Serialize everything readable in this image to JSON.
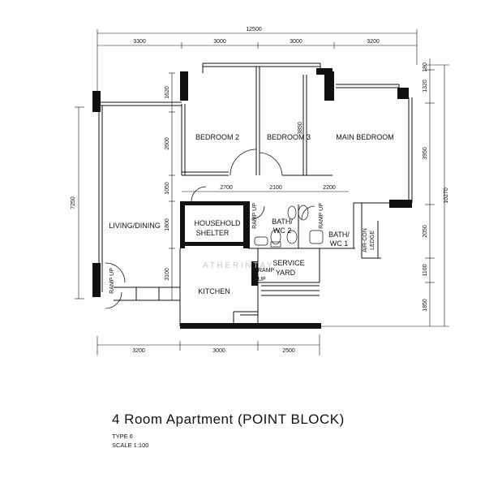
{
  "plan": {
    "dimensions_top": {
      "total": "12500",
      "segments": [
        "3300",
        "3000",
        "3000",
        "3200"
      ]
    },
    "dimensions_bottom": [
      "3200",
      "3000",
      "2500"
    ],
    "dimensions_inner": [
      "2700",
      "2100",
      "2200"
    ],
    "dimensions_left": {
      "living_height": "7250",
      "upper": [
        "1620",
        "2600",
        "1050",
        "1800",
        "3100"
      ]
    },
    "dimensions_right": {
      "total": "10270",
      "segments": [
        "180",
        "1320",
        "3950",
        "2050",
        "1100",
        "1850"
      ]
    },
    "dimension_vertical_mid": "3850",
    "rooms": {
      "bedroom2": "BEDROOM 2",
      "bedroom3": "BEDROOM 3",
      "main_bedroom": "MAIN BEDROOM",
      "living_dining": "LIVING/DINING",
      "household_1": "HOUSEHOLD",
      "household_2": "SHELTER",
      "bath2_1": "BATH/",
      "bath2_2": "WC 2",
      "bath1_1": "BATH/",
      "bath1_2": "WC 1",
      "aircon_1": "AIR-CON",
      "aircon_2": "LEDGE",
      "service_1": "SERVICE",
      "service_2": "YARD",
      "kitchen": "KITCHEN",
      "ramp_up": "RAMP UP",
      "ramp_1": "RAMP",
      "ramp_2": "UP"
    },
    "watermark": "A T H E R I N     T A Y"
  },
  "caption": {
    "title": "4 Room Apartment (POINT BLOCK)",
    "type": "TYPE 6",
    "scale": "SCALE 1:100"
  }
}
